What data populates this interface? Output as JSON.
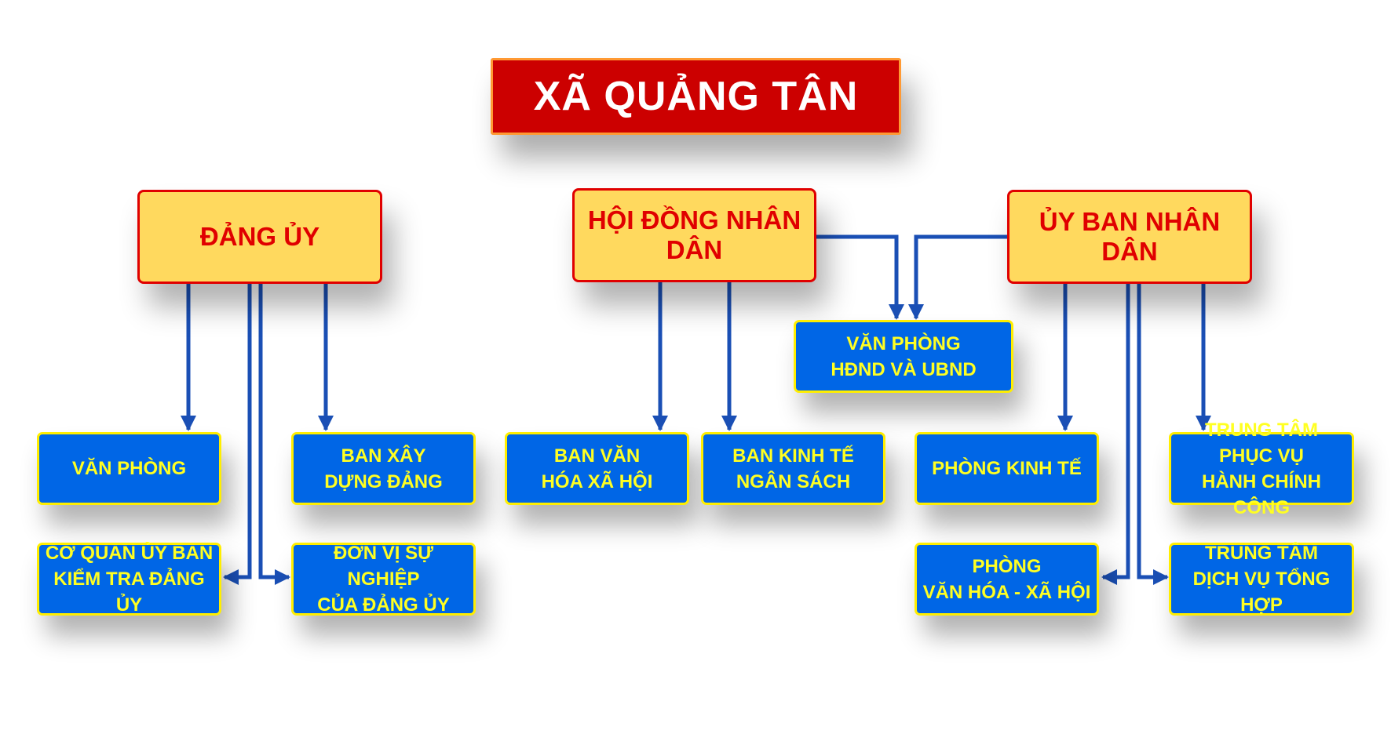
{
  "title": "XÃ QUẢNG TÂN",
  "top_nodes": {
    "dang_uy": "ĐẢNG ỦY",
    "hdnd": "HỘI ĐỒNG NHÂN DÂN",
    "ubnd": "ỦY BAN NHÂN DÂN"
  },
  "sub_nodes": {
    "van_phong": "VĂN PHÒNG",
    "ban_xay_dung_dang": "BAN XÂY\nDỰNG ĐẢNG",
    "co_quan_ubkt": "CƠ QUAN ỦY BAN\nKIỂM TRA ĐẢNG ỦY",
    "don_vi_su_nghiep": "ĐƠN VỊ SỰ NGHIỆP\nCỦA ĐẢNG ỦY",
    "ban_van_hoa": "BAN VĂN\nHÓA XÃ HỘI",
    "ban_kinh_te": "BAN KINH TẾ\nNGÂN SÁCH",
    "van_phong_hdnd_ubnd": "VĂN PHÒNG\nHĐND VÀ UBND",
    "phong_kinh_te": "PHÒNG KINH TẾ",
    "phong_van_hoa": "PHÒNG\nVĂN HÓA - XÃ HỘI",
    "trung_tam_hccc": "TRUNG TÂM PHỤC VỤ\nHÀNH CHÍNH CÔNG",
    "trung_tam_dvth": "TRUNG TÂM\nDỊCH VỤ TỔNG HỢP"
  },
  "colors": {
    "title_bg": "#cc0000",
    "top_bg": "#ffd95e",
    "top_text": "#e00000",
    "sub_bg": "#0066e6",
    "sub_text": "#ffff22",
    "connector": "#1a4fb5"
  }
}
